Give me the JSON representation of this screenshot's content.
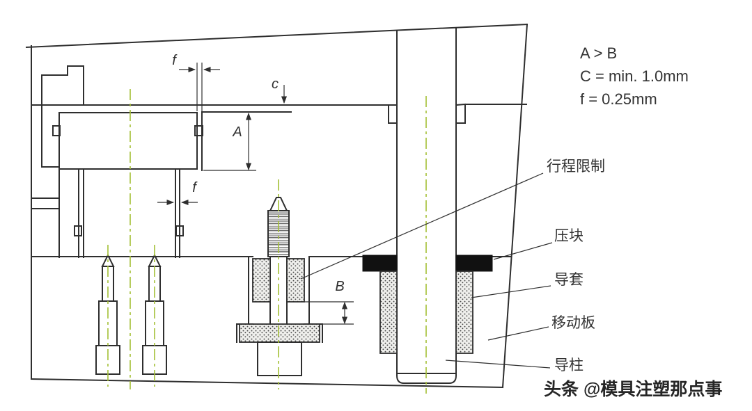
{
  "notes": {
    "line1": "A > B",
    "line2": "C = min. 1.0mm",
    "line3": "f  = 0.25mm"
  },
  "part_labels": {
    "stroke_limit": "行程限制",
    "press_block": "压块",
    "guide_bush": "导套",
    "moving_plate": "移动板",
    "guide_pillar": "导柱"
  },
  "dim_labels": {
    "f_top": "f",
    "c": "c",
    "a": "A",
    "f_mid": "f",
    "b": "B"
  },
  "watermark": "头条 @模具注塑那点事",
  "colors": {
    "line": "#2e2e2e",
    "centerline": "#a3bf35",
    "block_fill": "#111111",
    "text": "#333333"
  }
}
